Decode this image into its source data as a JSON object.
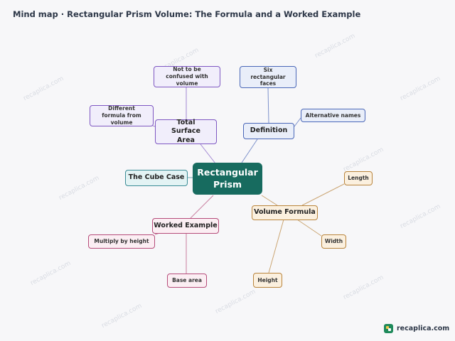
{
  "page": {
    "title": "Mind map · Rectangular Prism Volume: The Formula and a Worked Example"
  },
  "watermark": "recaplica.com",
  "colors": {
    "center_fill": "#176b5f",
    "purple_branch": "#7e57c2",
    "blue_branch": "#4a67b8",
    "teal_branch": "#3b8c96",
    "pink_branch": "#b64c7a",
    "orange_branch": "#b9843c"
  },
  "nodes": {
    "center": "Rectangular Prism",
    "total_surface_area": "Total Surface Area",
    "not_confused": "Not to be confused with volume",
    "different_formula": "Different formula from volume",
    "definition": "Definition",
    "six_faces": "Six rectangular faces",
    "alternative_names": "Alternative names",
    "cube_case": "The Cube Case",
    "worked_example": "Worked Example",
    "multiply_height": "Multiply by height",
    "base_area": "Base area",
    "volume_formula": "Volume Formula",
    "length": "Length",
    "width": "Width",
    "height": "Height"
  },
  "logo": {
    "icon": "recaplica-logo-icon",
    "text": "recaplica.com"
  }
}
